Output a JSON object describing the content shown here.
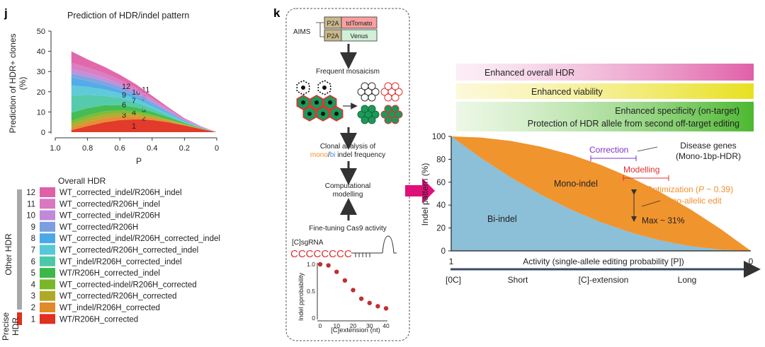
{
  "panel_j": {
    "label": "j",
    "title": "Prediction of HDR/indel pattern",
    "ylabel_line1": "Prediction of HDR+ clones",
    "ylabel_line2": "(%)",
    "xlabel": "P",
    "legend_title": "Overall HDR",
    "group_other": "Other HDR",
    "group_precise_1": "Precise",
    "group_precise_2": "HDR",
    "legend": [
      {
        "num": "12",
        "label": "WT_corrected_indel/R206H_indel",
        "color": "#e060a8"
      },
      {
        "num": "11",
        "label": "WT_corrected/R206H_indel",
        "color": "#d878c0"
      },
      {
        "num": "10",
        "label": "WT_corrected_indel/R206H",
        "color": "#c08ad8"
      },
      {
        "num": "9",
        "label": "WT_corrected/R206H",
        "color": "#7b9ee0"
      },
      {
        "num": "8",
        "label": "WT_corrected_indel/R206H_corrected_indel",
        "color": "#4aa8e8"
      },
      {
        "num": "7",
        "label": "WT_corrected/R206H_corrected_indel",
        "color": "#56c8d8"
      },
      {
        "num": "6",
        "label": "WT_indel/R206H_corrected_indel",
        "color": "#4cc8a8"
      },
      {
        "num": "5",
        "label": "WT/R206H_corrected_indel",
        "color": "#3cb84a"
      },
      {
        "num": "4",
        "label": "WT_corrected-indel/R206H_corrected",
        "color": "#78b828"
      },
      {
        "num": "3",
        "label": "WT_corrected/R206H_corrected",
        "color": "#b0a828"
      },
      {
        "num": "2",
        "label": "WT_indel/R206H_corrected",
        "color": "#e08a28"
      },
      {
        "num": "1",
        "label": "WT/R206H_corrected",
        "color": "#e03020"
      }
    ],
    "chart_data": {
      "type": "area",
      "title": "Prediction of HDR/indel pattern",
      "xlabel": "P",
      "ylabel": "Prediction of HDR+ clones (%)",
      "x_reversed": true,
      "xlim": [
        1.0,
        0.0
      ],
      "ylim": [
        0,
        50
      ],
      "x_ticks": [
        "1.0",
        "0.8",
        "0.6",
        "0.4",
        "0.2",
        "0"
      ],
      "y_ticks": [
        "0",
        "10",
        "20",
        "30",
        "40",
        "50"
      ],
      "x": [
        0.9,
        0.8,
        0.7,
        0.6,
        0.5,
        0.4,
        0.3,
        0.2,
        0.1,
        0.0
      ],
      "series": [
        {
          "name": "1",
          "values": [
            1.0,
            3.0,
            4.8,
            6.0,
            6.4,
            6.0,
            4.9,
            3.3,
            1.6,
            0
          ]
        },
        {
          "name": "2",
          "values": [
            1.5,
            2.0,
            2.2,
            2.0,
            1.6,
            1.1,
            0.6,
            0.3,
            0.1,
            0
          ]
        },
        {
          "name": "3",
          "values": [
            1.5,
            1.7,
            1.7,
            1.5,
            1.2,
            0.8,
            0.5,
            0.2,
            0.1,
            0
          ]
        },
        {
          "name": "4",
          "values": [
            1.6,
            1.7,
            1.6,
            1.4,
            1.1,
            0.7,
            0.4,
            0.2,
            0.1,
            0
          ]
        },
        {
          "name": "5",
          "values": [
            4.0,
            3.5,
            3.0,
            2.5,
            2.0,
            1.5,
            1.0,
            0.5,
            0.2,
            0
          ]
        },
        {
          "name": "6",
          "values": [
            8.5,
            6.5,
            4.7,
            3.5,
            2.5,
            1.6,
            0.9,
            0.4,
            0.1,
            0
          ]
        },
        {
          "name": "7",
          "values": [
            5.0,
            4.0,
            3.2,
            2.4,
            1.8,
            1.2,
            0.7,
            0.3,
            0.1,
            0
          ]
        },
        {
          "name": "8",
          "values": [
            4.0,
            3.0,
            2.2,
            1.6,
            1.2,
            0.8,
            0.5,
            0.2,
            0.1,
            0
          ]
        },
        {
          "name": "9",
          "values": [
            2.0,
            2.0,
            1.9,
            1.7,
            1.5,
            1.2,
            0.8,
            0.5,
            0.2,
            0
          ]
        },
        {
          "name": "10",
          "values": [
            2.2,
            2.0,
            1.8,
            1.5,
            1.2,
            0.9,
            0.6,
            0.3,
            0.1,
            0
          ]
        },
        {
          "name": "11",
          "values": [
            3.0,
            2.6,
            2.2,
            1.8,
            1.4,
            1.0,
            0.7,
            0.4,
            0.2,
            0
          ]
        },
        {
          "name": "12",
          "values": [
            5.7,
            4.0,
            3.2,
            2.5,
            1.8,
            1.2,
            0.7,
            0.3,
            0.1,
            0
          ]
        }
      ],
      "grid": false,
      "legend_position": "below"
    }
  },
  "panel_k": {
    "label": "k",
    "aims_label": "AIMS",
    "p2a": "P2A",
    "tdtomato": "tdTomato",
    "venus": "Venus",
    "step_mosaicism": "Frequent mosaicism",
    "step_clonal_1": "Clonal analysis of",
    "step_clonal_mono": "mono",
    "step_clonal_slash": "/",
    "step_clonal_bi": "bi",
    "step_clonal_rest": " indel frequency",
    "step_modelling_1": "Computational",
    "step_modelling_2": "modelling",
    "step_finetune": "Fine-tuning Cas9 activity",
    "sgrna_label": "[C]sgRNA",
    "sgrna_seq": "CCCCCCCC",
    "colors": {
      "red": "#e03030",
      "green": "#1a9a5a",
      "orange": "#f09030",
      "blue": "#4a8ad0",
      "magenta": "#e0107a"
    },
    "mini_chart": {
      "chart_data": {
        "type": "scatter",
        "xlabel": "[C]extension (nt)",
        "ylabel": "Indel pprobability",
        "x_ticks": [
          "0",
          "10",
          "20",
          "30",
          "40"
        ],
        "y_ticks": [
          "0",
          "0.5",
          "1.0"
        ],
        "xlim": [
          0,
          40
        ],
        "ylim": [
          0,
          1.0
        ],
        "x": [
          0,
          5,
          10,
          15,
          20,
          25,
          30,
          35,
          40
        ],
        "y": [
          1.0,
          0.98,
          0.86,
          0.7,
          0.52,
          0.36,
          0.28,
          0.22,
          0.18
        ],
        "color": "#c03030"
      }
    }
  },
  "panel_right": {
    "bar_overall": "Enhanced overall HDR",
    "bar_viability": "Enhanced viability",
    "bar_specificity_1": "Enhanced specificity (on-target)",
    "bar_specificity_2": "Protection of HDR allele from second off-target editing",
    "ylabel": "Indel pattern (%)",
    "y_ticks": [
      "0",
      "20",
      "40",
      "60",
      "80",
      "100"
    ],
    "x_left": "1",
    "x_right": "0",
    "xlabel": "Activity (single-allele editing probability [P])",
    "region_bi": "Bi-indel",
    "region_mono": "Mono-indel",
    "correction": "Correction",
    "modelling": "Modelling",
    "disease_1": "Disease genes",
    "disease_2": "(Mono-1bp-HDR)",
    "optimization_1": "Optimization (",
    "optimization_p": "P",
    "optimization_2": " ~ 0.39)",
    "optimization_3": "mono-allelic edit",
    "max_label": "Max ~ 31%",
    "axis_labels": [
      "[0C]",
      "Short",
      "[C]-extension",
      "Long"
    ],
    "chart_data": {
      "type": "area",
      "x_reversed": true,
      "xlim": [
        1,
        0
      ],
      "ylim": [
        0,
        100
      ],
      "xlabel": "Activity (single-allele editing probability [P])",
      "ylabel": "Indel pattern (%)",
      "x": [
        1.0,
        0.9,
        0.8,
        0.7,
        0.6,
        0.5,
        0.4,
        0.3,
        0.2,
        0.1,
        0.0
      ],
      "series": [
        {
          "name": "Bi-indel",
          "values": [
            100,
            81,
            64,
            49,
            36,
            25,
            16,
            9,
            4,
            1,
            0
          ]
        },
        {
          "name": "Mono-indel",
          "values": [
            0,
            18,
            32,
            42,
            48,
            50,
            48,
            42,
            32,
            18,
            0
          ]
        }
      ]
    }
  }
}
